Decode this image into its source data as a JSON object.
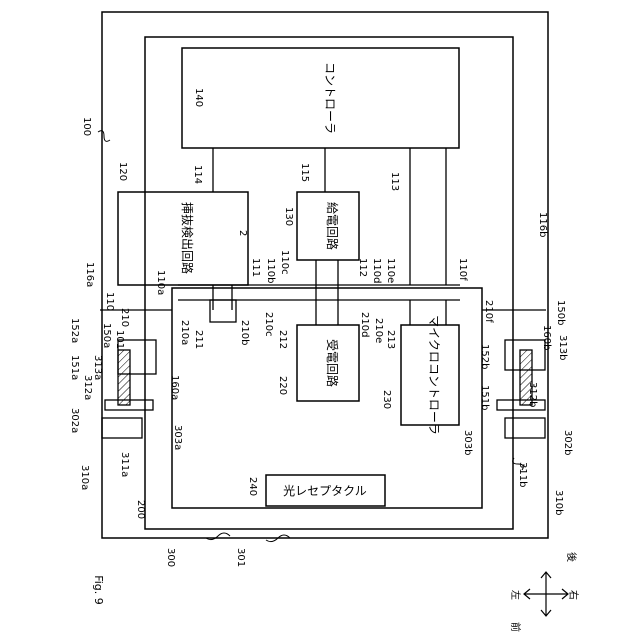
{
  "figure": {
    "caption": "Fig. 9"
  },
  "blocks": {
    "controller": "コントローラ",
    "insertion_detection_circuit": "挿抜検出回路",
    "power_supply_circuit": "給電回路",
    "power_receiving_circuit": "受電回路",
    "microcontroller": "マイクロコントローラ",
    "optical_receptacle": "光レセプタクル"
  },
  "reference_numerals": {
    "n100": "100",
    "n2": "2",
    "n140": "140",
    "n120": "120",
    "n130": "130",
    "n114": "114",
    "n115": "115",
    "n113": "113",
    "n116a": "116a",
    "n116b": "116b",
    "n111": "111",
    "n112": "112",
    "n110": "110",
    "n110a": "110a",
    "n110b": "110b",
    "n110c": "110c",
    "n110d": "110d",
    "n110e": "110e",
    "n110f": "110f",
    "n210": "210",
    "n210a": "210a",
    "n210b": "210b",
    "n210c": "210c",
    "n210d": "210d",
    "n210e": "210e",
    "n210f": "210f",
    "n211": "211",
    "n212": "212",
    "n213": "213",
    "n220": "220",
    "n230": "230",
    "n240": "240",
    "n150a": "150a",
    "n150b": "150b",
    "n151a": "151a",
    "n151b": "151b",
    "n152a": "152a",
    "n152b": "152b",
    "n160a": "160a",
    "n160b": "160b",
    "n101": "101",
    "n312a": "312a",
    "n312b": "312b",
    "n313a": "313a",
    "n313b": "313b",
    "n302a": "302a",
    "n302b": "302b",
    "n303a": "303a",
    "n303b": "303b",
    "n310a": "310a",
    "n310b": "310b",
    "n311a": "311a",
    "n311b": "311b",
    "n200": "200",
    "n300": "300",
    "n301": "301"
  },
  "direction_indicator": {
    "left": "左",
    "right": "右",
    "front": "前",
    "back": "後"
  }
}
